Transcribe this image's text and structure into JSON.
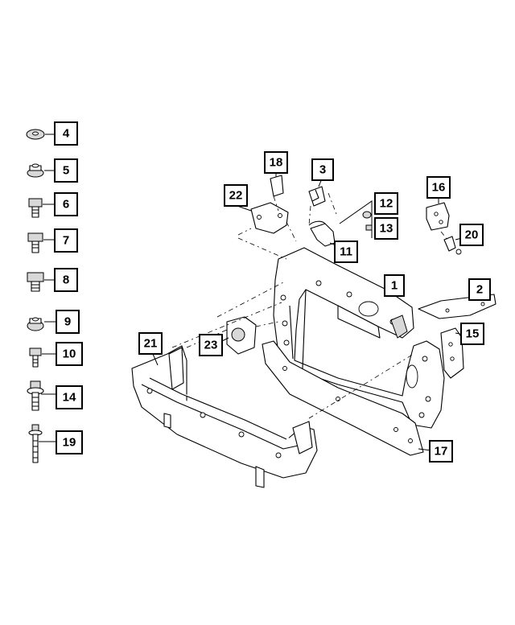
{
  "diagram": {
    "callouts": [
      {
        "id": "c4",
        "label": "4"
      },
      {
        "id": "c5",
        "label": "5"
      },
      {
        "id": "c6",
        "label": "6"
      },
      {
        "id": "c7",
        "label": "7"
      },
      {
        "id": "c8",
        "label": "8"
      },
      {
        "id": "c9",
        "label": "9"
      },
      {
        "id": "c10",
        "label": "10"
      },
      {
        "id": "c14",
        "label": "14"
      },
      {
        "id": "c19",
        "label": "19"
      },
      {
        "id": "c18",
        "label": "18"
      },
      {
        "id": "c3",
        "label": "3"
      },
      {
        "id": "c22",
        "label": "22"
      },
      {
        "id": "c12",
        "label": "12"
      },
      {
        "id": "c13",
        "label": "13"
      },
      {
        "id": "c11",
        "label": "11"
      },
      {
        "id": "c16",
        "label": "16"
      },
      {
        "id": "c20",
        "label": "20"
      },
      {
        "id": "c1",
        "label": "1"
      },
      {
        "id": "c2",
        "label": "2"
      },
      {
        "id": "c15",
        "label": "15"
      },
      {
        "id": "c21",
        "label": "21"
      },
      {
        "id": "c23",
        "label": "23"
      },
      {
        "id": "c17",
        "label": "17"
      }
    ]
  }
}
